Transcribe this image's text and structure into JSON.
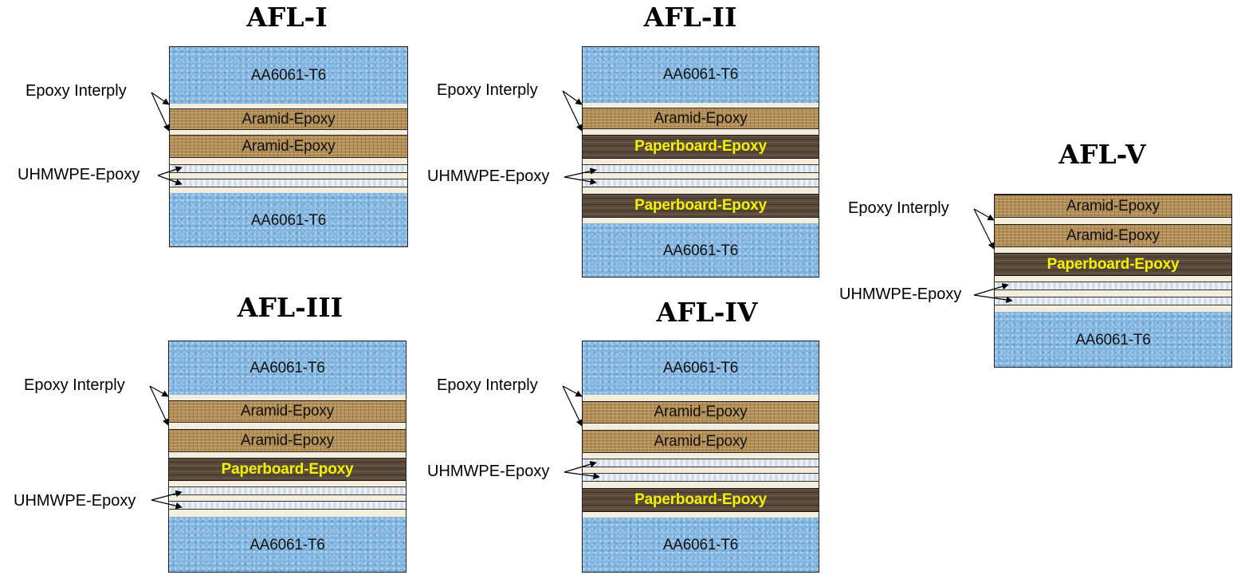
{
  "labels": {
    "aluminum": "AA6061-T6",
    "aramid": "Aramid-Epoxy",
    "paperboard": "Paperboard-Epoxy",
    "epoxy_interply": "Epoxy Interply",
    "uhmwpe": "UHMWPE-Epoxy"
  },
  "panels": [
    {
      "id": "afl1",
      "title": "AFL-I",
      "stack": [
        "AA6061-T6",
        "Epoxy Interply",
        "Aramid-Epoxy",
        "Epoxy Interply",
        "Aramid-Epoxy",
        "Epoxy Interply",
        "UHMWPE-Epoxy",
        "Epoxy Interply",
        "UHMWPE-Epoxy",
        "Epoxy Interply",
        "AA6061-T6"
      ]
    },
    {
      "id": "afl2",
      "title": "AFL-II",
      "stack": [
        "AA6061-T6",
        "Epoxy Interply",
        "Aramid-Epoxy",
        "Epoxy Interply",
        "Paperboard-Epoxy",
        "Epoxy Interply",
        "UHMWPE-Epoxy",
        "Epoxy Interply",
        "UHMWPE-Epoxy",
        "Epoxy Interply",
        "Paperboard-Epoxy",
        "Epoxy Interply",
        "AA6061-T6"
      ]
    },
    {
      "id": "afl3",
      "title": "AFL-III",
      "stack": [
        "AA6061-T6",
        "Epoxy Interply",
        "Aramid-Epoxy",
        "Epoxy Interply",
        "Aramid-Epoxy",
        "Epoxy Interply",
        "Paperboard-Epoxy",
        "Epoxy Interply",
        "UHMWPE-Epoxy",
        "Epoxy Interply",
        "UHMWPE-Epoxy",
        "Epoxy Interply",
        "AA6061-T6"
      ]
    },
    {
      "id": "afl4",
      "title": "AFL-IV",
      "stack": [
        "AA6061-T6",
        "Epoxy Interply",
        "Aramid-Epoxy",
        "Epoxy Interply",
        "Aramid-Epoxy",
        "Epoxy Interply",
        "UHMWPE-Epoxy",
        "Epoxy Interply",
        "UHMWPE-Epoxy",
        "Epoxy Interply",
        "Paperboard-Epoxy",
        "Epoxy Interply",
        "AA6061-T6"
      ]
    },
    {
      "id": "afl5",
      "title": "AFL-V",
      "stack": [
        "Aramid-Epoxy",
        "Epoxy Interply",
        "Aramid-Epoxy",
        "Epoxy Interply",
        "Paperboard-Epoxy",
        "Epoxy Interply",
        "UHMWPE-Epoxy",
        "Epoxy Interply",
        "UHMWPE-Epoxy",
        "Epoxy Interply",
        "AA6061-T6"
      ]
    }
  ],
  "colors": {
    "aluminum": "#7eb3df",
    "aramid": "#b38d56",
    "paperboard": "#58493a",
    "paperboard_text": "#f2f200",
    "uhmwpe": "#d4dde8",
    "epoxy": "#f5eddc"
  }
}
